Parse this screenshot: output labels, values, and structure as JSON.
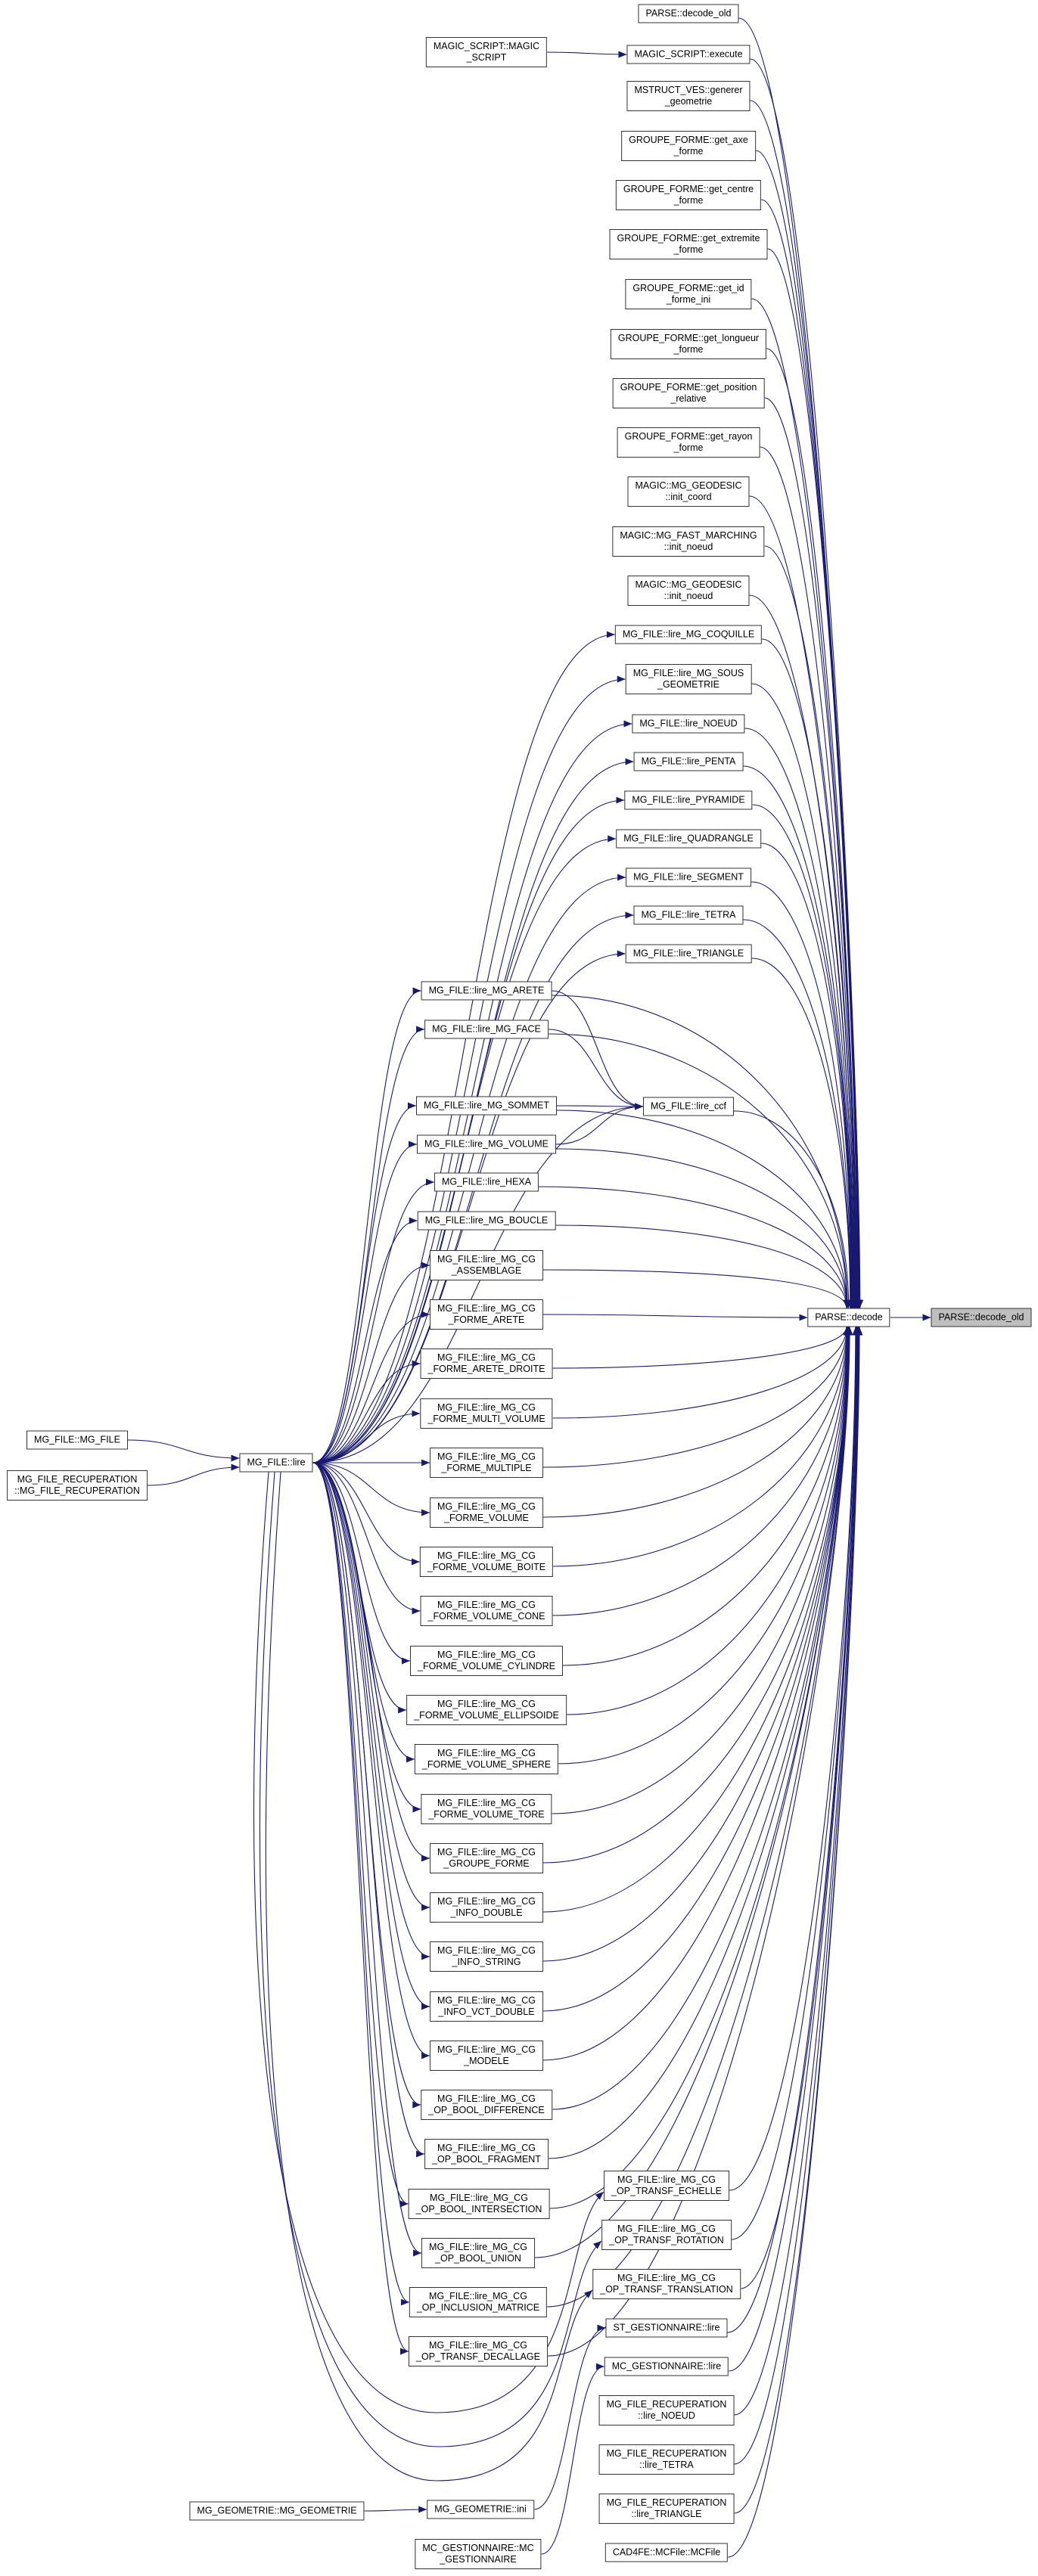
{
  "colors": {
    "edge": "#191970",
    "focus_fill": "#bfbfbf",
    "node_border": "#333333"
  },
  "nodes": [
    {
      "id": "decode_old_caller",
      "lines": [
        "PARSE::decode_old"
      ]
    },
    {
      "id": "execute",
      "lines": [
        "MAGIC_SCRIPT::execute"
      ]
    },
    {
      "id": "magic_ctor",
      "lines": [
        "MAGIC_SCRIPT::MAGIC",
        "_SCRIPT"
      ]
    },
    {
      "id": "generer",
      "lines": [
        "MSTRUCT_VES::generer",
        "_geometrie"
      ]
    },
    {
      "id": "axe",
      "lines": [
        "GROUPE_FORME::get_axe",
        "_forme"
      ]
    },
    {
      "id": "centre",
      "lines": [
        "GROUPE_FORME::get_centre",
        "_forme"
      ]
    },
    {
      "id": "extremite",
      "lines": [
        "GROUPE_FORME::get_extremite",
        "_forme"
      ]
    },
    {
      "id": "getid",
      "lines": [
        "GROUPE_FORME::get_id",
        "_forme_ini"
      ]
    },
    {
      "id": "longueur",
      "lines": [
        "GROUPE_FORME::get_longueur",
        "_forme"
      ]
    },
    {
      "id": "position",
      "lines": [
        "GROUPE_FORME::get_position",
        "_relative"
      ]
    },
    {
      "id": "rayon",
      "lines": [
        "GROUPE_FORME::get_rayon",
        "_forme"
      ]
    },
    {
      "id": "init_coord",
      "lines": [
        "MAGIC::MG_GEODESIC",
        "::init_coord"
      ]
    },
    {
      "id": "fm_init_noeud",
      "lines": [
        "MAGIC::MG_FAST_MARCHING",
        "::init_noeud"
      ]
    },
    {
      "id": "geo_init_noeud",
      "lines": [
        "MAGIC::MG_GEODESIC",
        "::init_noeud"
      ]
    },
    {
      "id": "coquille",
      "lines": [
        "MG_FILE::lire_MG_COQUILLE"
      ]
    },
    {
      "id": "sous_geo",
      "lines": [
        "MG_FILE::lire_MG_SOUS",
        "_GEOMETRIE"
      ]
    },
    {
      "id": "noeud",
      "lines": [
        "MG_FILE::lire_NOEUD"
      ]
    },
    {
      "id": "penta",
      "lines": [
        "MG_FILE::lire_PENTA"
      ]
    },
    {
      "id": "pyramide",
      "lines": [
        "MG_FILE::lire_PYRAMIDE"
      ]
    },
    {
      "id": "quadrangle",
      "lines": [
        "MG_FILE::lire_QUADRANGLE"
      ]
    },
    {
      "id": "segment",
      "lines": [
        "MG_FILE::lire_SEGMENT"
      ]
    },
    {
      "id": "tetra",
      "lines": [
        "MG_FILE::lire_TETRA"
      ]
    },
    {
      "id": "triangle",
      "lines": [
        "MG_FILE::lire_TRIANGLE"
      ]
    },
    {
      "id": "arete",
      "lines": [
        "MG_FILE::lire_MG_ARETE"
      ]
    },
    {
      "id": "face",
      "lines": [
        "MG_FILE::lire_MG_FACE"
      ]
    },
    {
      "id": "ccf",
      "lines": [
        "MG_FILE::lire_ccf"
      ]
    },
    {
      "id": "sommet",
      "lines": [
        "MG_FILE::lire_MG_SOMMET"
      ]
    },
    {
      "id": "volume",
      "lines": [
        "MG_FILE::lire_MG_VOLUME"
      ]
    },
    {
      "id": "hexa",
      "lines": [
        "MG_FILE::lire_HEXA"
      ]
    },
    {
      "id": "boucle",
      "lines": [
        "MG_FILE::lire_MG_BOUCLE"
      ]
    },
    {
      "id": "cg_assemblage",
      "lines": [
        "MG_FILE::lire_MG_CG",
        "_ASSEMBLAGE"
      ]
    },
    {
      "id": "cg_forme_arete",
      "lines": [
        "MG_FILE::lire_MG_CG",
        "_FORME_ARETE"
      ]
    },
    {
      "id": "cg_forme_arete_droite",
      "lines": [
        "MG_FILE::lire_MG_CG",
        "_FORME_ARETE_DROITE"
      ]
    },
    {
      "id": "cg_multi_volume",
      "lines": [
        "MG_FILE::lire_MG_CG",
        "_FORME_MULTI_VOLUME"
      ]
    },
    {
      "id": "cg_multiple",
      "lines": [
        "MG_FILE::lire_MG_CG",
        "_FORME_MULTIPLE"
      ]
    },
    {
      "id": "cg_forme_volume",
      "lines": [
        "MG_FILE::lire_MG_CG",
        "_FORME_VOLUME"
      ]
    },
    {
      "id": "cg_boite",
      "lines": [
        "MG_FILE::lire_MG_CG",
        "_FORME_VOLUME_BOITE"
      ]
    },
    {
      "id": "cg_cone",
      "lines": [
        "MG_FILE::lire_MG_CG",
        "_FORME_VOLUME_CONE"
      ]
    },
    {
      "id": "cg_cylindre",
      "lines": [
        "MG_FILE::lire_MG_CG",
        "_FORME_VOLUME_CYLINDRE"
      ]
    },
    {
      "id": "cg_ellipsoide",
      "lines": [
        "MG_FILE::lire_MG_CG",
        "_FORME_VOLUME_ELLIPSOIDE"
      ]
    },
    {
      "id": "cg_sphere",
      "lines": [
        "MG_FILE::lire_MG_CG",
        "_FORME_VOLUME_SPHERE"
      ]
    },
    {
      "id": "cg_tore",
      "lines": [
        "MG_FILE::lire_MG_CG",
        "_FORME_VOLUME_TORE"
      ]
    },
    {
      "id": "cg_groupe_forme",
      "lines": [
        "MG_FILE::lire_MG_CG",
        "_GROUPE_FORME"
      ]
    },
    {
      "id": "cg_info_double",
      "lines": [
        "MG_FILE::lire_MG_CG",
        "_INFO_DOUBLE"
      ]
    },
    {
      "id": "cg_info_string",
      "lines": [
        "MG_FILE::lire_MG_CG",
        "_INFO_STRING"
      ]
    },
    {
      "id": "cg_info_vct",
      "lines": [
        "MG_FILE::lire_MG_CG",
        "_INFO_VCT_DOUBLE"
      ]
    },
    {
      "id": "cg_modele",
      "lines": [
        "MG_FILE::lire_MG_CG",
        "_MODELE"
      ]
    },
    {
      "id": "cg_difference",
      "lines": [
        "MG_FILE::lire_MG_CG",
        "_OP_BOOL_DIFFERENCE"
      ]
    },
    {
      "id": "cg_fragment",
      "lines": [
        "MG_FILE::lire_MG_CG",
        "_OP_BOOL_FRAGMENT"
      ]
    },
    {
      "id": "cg_intersection",
      "lines": [
        "MG_FILE::lire_MG_CG",
        "_OP_BOOL_INTERSECTION"
      ]
    },
    {
      "id": "cg_union",
      "lines": [
        "MG_FILE::lire_MG_CG",
        "_OP_BOOL_UNION"
      ]
    },
    {
      "id": "cg_inclusion",
      "lines": [
        "MG_FILE::lire_MG_CG",
        "_OP_INCLUSION_MATRICE"
      ]
    },
    {
      "id": "cg_decallage",
      "lines": [
        "MG_FILE::lire_MG_CG",
        "_OP_TRANSF_DECALLAGE"
      ]
    },
    {
      "id": "cg_echelle",
      "lines": [
        "MG_FILE::lire_MG_CG",
        "_OP_TRANSF_ECHELLE"
      ]
    },
    {
      "id": "cg_rotation",
      "lines": [
        "MG_FILE::lire_MG_CG",
        "_OP_TRANSF_ROTATION"
      ]
    },
    {
      "id": "cg_translation",
      "lines": [
        "MG_FILE::lire_MG_CG",
        "_OP_TRANSF_TRANSLATION"
      ]
    },
    {
      "id": "st_gest_lire",
      "lines": [
        "ST_GESTIONNAIRE::lire"
      ]
    },
    {
      "id": "mc_gest_lire",
      "lines": [
        "MC_GESTIONNAIRE::lire"
      ]
    },
    {
      "id": "recup_noeud",
      "lines": [
        "MG_FILE_RECUPERATION",
        "::lire_NOEUD"
      ]
    },
    {
      "id": "recup_tetra",
      "lines": [
        "MG_FILE_RECUPERATION",
        "::lire_TETRA"
      ]
    },
    {
      "id": "recup_triangle",
      "lines": [
        "MG_FILE_RECUPERATION",
        "::lire_TRIANGLE"
      ]
    },
    {
      "id": "mcfile",
      "lines": [
        "CAD4FE::MCFile::MCFile"
      ]
    },
    {
      "id": "mg_file_ctor",
      "lines": [
        "MG_FILE::MG_FILE"
      ]
    },
    {
      "id": "recup_ctor",
      "lines": [
        "MG_FILE_RECUPERATION",
        "::MG_FILE_RECUPERATION"
      ]
    },
    {
      "id": "lire",
      "lines": [
        "MG_FILE::lire"
      ]
    },
    {
      "id": "geom_ctor",
      "lines": [
        "MG_GEOMETRIE::MG_GEOMETRIE"
      ]
    },
    {
      "id": "geom_ini",
      "lines": [
        "MG_GEOMETRIE::ini"
      ]
    },
    {
      "id": "mc_gest_ctor",
      "lines": [
        "MC_GESTIONNAIRE::MC",
        "_GESTIONNAIRE"
      ]
    },
    {
      "id": "decode",
      "lines": [
        "PARSE::decode"
      ]
    },
    {
      "id": "decode_old",
      "lines": [
        "PARSE::decode_old"
      ],
      "focus": true
    }
  ],
  "edges": [
    [
      "decode",
      "decode_old"
    ],
    [
      "magic_ctor",
      "execute"
    ],
    [
      "mg_file_ctor",
      "lire"
    ],
    [
      "recup_ctor",
      "lire"
    ],
    [
      "geom_ctor",
      "geom_ini"
    ],
    [
      "geom_ini",
      "st_gest_lire"
    ],
    [
      "mc_gest_ctor",
      "mc_gest_lire"
    ],
    [
      "arete",
      "ccf"
    ],
    [
      "face",
      "ccf"
    ],
    [
      "sommet",
      "ccf"
    ],
    [
      "volume",
      "ccf"
    ],
    [
      "lire",
      "ccf"
    ],
    [
      "lire",
      "coquille"
    ],
    [
      "lire",
      "sous_geo"
    ],
    [
      "lire",
      "noeud"
    ],
    [
      "lire",
      "penta"
    ],
    [
      "lire",
      "pyramide"
    ],
    [
      "lire",
      "quadrangle"
    ],
    [
      "lire",
      "segment"
    ],
    [
      "lire",
      "tetra"
    ],
    [
      "lire",
      "triangle"
    ],
    [
      "lire",
      "arete"
    ],
    [
      "lire",
      "face"
    ],
    [
      "lire",
      "sommet"
    ],
    [
      "lire",
      "volume"
    ],
    [
      "lire",
      "hexa"
    ],
    [
      "lire",
      "boucle"
    ],
    [
      "lire",
      "cg_assemblage"
    ],
    [
      "lire",
      "cg_forme_arete"
    ],
    [
      "lire",
      "cg_forme_arete_droite"
    ],
    [
      "lire",
      "cg_multi_volume"
    ],
    [
      "lire",
      "cg_multiple"
    ],
    [
      "lire",
      "cg_forme_volume"
    ],
    [
      "lire",
      "cg_boite"
    ],
    [
      "lire",
      "cg_cone"
    ],
    [
      "lire",
      "cg_cylindre"
    ],
    [
      "lire",
      "cg_ellipsoide"
    ],
    [
      "lire",
      "cg_sphere"
    ],
    [
      "lire",
      "cg_tore"
    ],
    [
      "lire",
      "cg_groupe_forme"
    ],
    [
      "lire",
      "cg_info_double"
    ],
    [
      "lire",
      "cg_info_string"
    ],
    [
      "lire",
      "cg_info_vct"
    ],
    [
      "lire",
      "cg_modele"
    ],
    [
      "lire",
      "cg_difference"
    ],
    [
      "lire",
      "cg_fragment"
    ],
    [
      "lire",
      "cg_intersection"
    ],
    [
      "lire",
      "cg_union"
    ],
    [
      "lire",
      "cg_inclusion"
    ],
    [
      "lire",
      "cg_decallage"
    ],
    [
      "lire",
      "cg_echelle"
    ],
    [
      "lire",
      "cg_rotation"
    ],
    [
      "lire",
      "cg_translation"
    ],
    [
      "decode_old_caller",
      "decode"
    ],
    [
      "execute",
      "decode"
    ],
    [
      "generer",
      "decode"
    ],
    [
      "axe",
      "decode"
    ],
    [
      "centre",
      "decode"
    ],
    [
      "extremite",
      "decode"
    ],
    [
      "getid",
      "decode"
    ],
    [
      "longueur",
      "decode"
    ],
    [
      "position",
      "decode"
    ],
    [
      "rayon",
      "decode"
    ],
    [
      "init_coord",
      "decode"
    ],
    [
      "fm_init_noeud",
      "decode"
    ],
    [
      "geo_init_noeud",
      "decode"
    ],
    [
      "coquille",
      "decode"
    ],
    [
      "sous_geo",
      "decode"
    ],
    [
      "noeud",
      "decode"
    ],
    [
      "penta",
      "decode"
    ],
    [
      "pyramide",
      "decode"
    ],
    [
      "quadrangle",
      "decode"
    ],
    [
      "segment",
      "decode"
    ],
    [
      "tetra",
      "decode"
    ],
    [
      "triangle",
      "decode"
    ],
    [
      "arete",
      "decode"
    ],
    [
      "face",
      "decode"
    ],
    [
      "ccf",
      "decode"
    ],
    [
      "sommet",
      "decode"
    ],
    [
      "volume",
      "decode"
    ],
    [
      "hexa",
      "decode"
    ],
    [
      "boucle",
      "decode"
    ],
    [
      "cg_assemblage",
      "decode"
    ],
    [
      "cg_forme_arete",
      "decode"
    ],
    [
      "cg_forme_arete_droite",
      "decode"
    ],
    [
      "cg_multi_volume",
      "decode"
    ],
    [
      "cg_multiple",
      "decode"
    ],
    [
      "cg_forme_volume",
      "decode"
    ],
    [
      "cg_boite",
      "decode"
    ],
    [
      "cg_cone",
      "decode"
    ],
    [
      "cg_cylindre",
      "decode"
    ],
    [
      "cg_ellipsoide",
      "decode"
    ],
    [
      "cg_sphere",
      "decode"
    ],
    [
      "cg_tore",
      "decode"
    ],
    [
      "cg_groupe_forme",
      "decode"
    ],
    [
      "cg_info_double",
      "decode"
    ],
    [
      "cg_info_string",
      "decode"
    ],
    [
      "cg_info_vct",
      "decode"
    ],
    [
      "cg_modele",
      "decode"
    ],
    [
      "cg_difference",
      "decode"
    ],
    [
      "cg_fragment",
      "decode"
    ],
    [
      "cg_intersection",
      "decode"
    ],
    [
      "cg_union",
      "decode"
    ],
    [
      "cg_inclusion",
      "decode"
    ],
    [
      "cg_decallage",
      "decode"
    ],
    [
      "cg_echelle",
      "decode"
    ],
    [
      "cg_rotation",
      "decode"
    ],
    [
      "cg_translation",
      "decode"
    ],
    [
      "st_gest_lire",
      "decode"
    ],
    [
      "mc_gest_lire",
      "decode"
    ],
    [
      "recup_noeud",
      "decode"
    ],
    [
      "recup_tetra",
      "decode"
    ],
    [
      "recup_triangle",
      "decode"
    ],
    [
      "mcfile",
      "decode"
    ]
  ]
}
